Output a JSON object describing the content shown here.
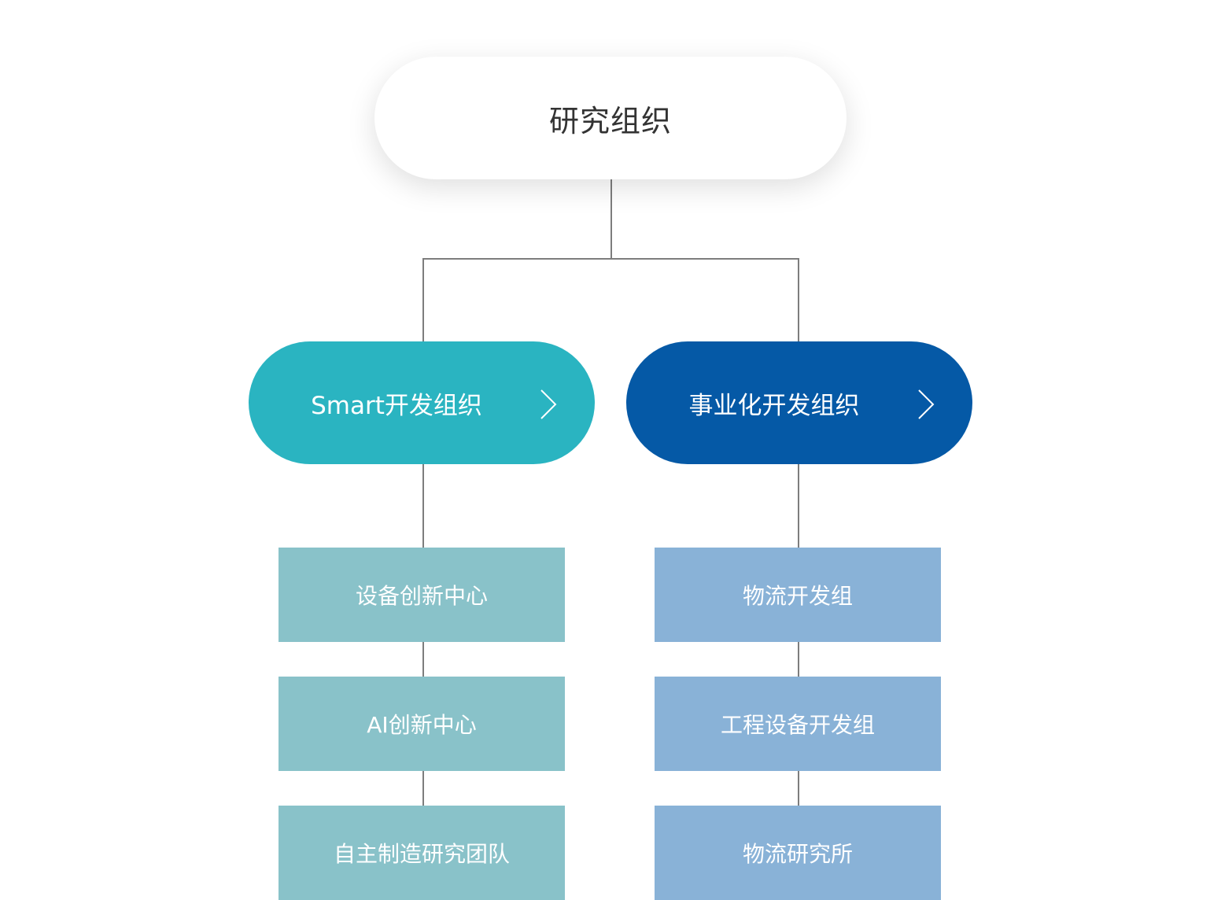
{
  "root": {
    "label": "研究组织"
  },
  "branches": [
    {
      "label": "Smart开发组织",
      "icon": "chevron-right-icon",
      "color": "#2ab4c1",
      "child_color": "#89c2c9",
      "children": [
        "设备创新中心",
        "AI创新中心",
        "自主制造研究团队"
      ]
    },
    {
      "label": "事业化开发组织",
      "icon": "chevron-right-icon",
      "color": "#0559a6",
      "child_color": "#89b2d7",
      "children": [
        "物流开发组",
        "工程设备开发组",
        "物流研究所"
      ]
    }
  ],
  "connector_color": "#7d7d7d"
}
